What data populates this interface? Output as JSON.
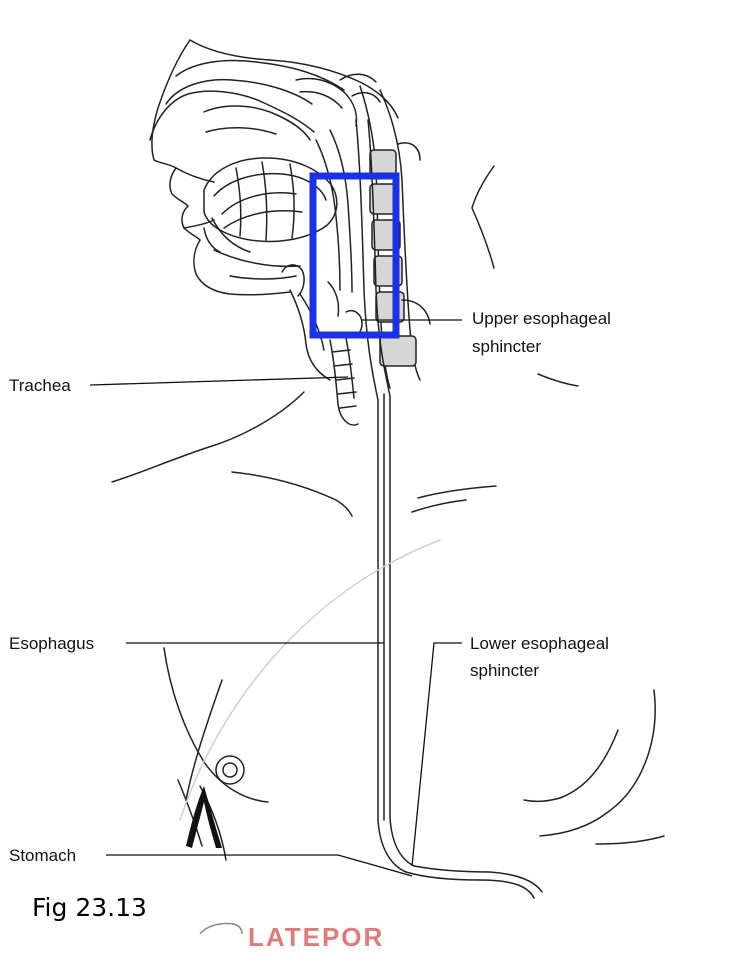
{
  "labels": {
    "upper_sphincter_line1": "Upper esophageal",
    "upper_sphincter_line2": "sphincter",
    "trachea": "Trachea",
    "esophagus": "Esophagus",
    "lower_sphincter_line1": "Lower esophageal",
    "lower_sphincter_line2": "sphincter",
    "stomach": "Stomach"
  },
  "caption": "Fig 23.13",
  "watermark_text": "LATEPOR",
  "colors": {
    "highlight_box": "#1a32e6",
    "line_art": "#222222",
    "bone_fill": "#d6d6d6",
    "watermark": "#e07b7b"
  }
}
